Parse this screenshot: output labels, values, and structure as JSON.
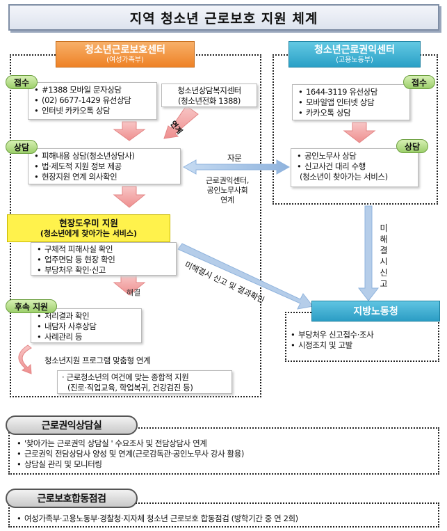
{
  "title": "지역 청소년 근로보호 지원 체계",
  "left_center": {
    "name": "청소년근로보호센터",
    "ministry": "(여성가족부)",
    "intake_tag": "접수",
    "intake_items": [
      "#1388 모바일 문자상담",
      "(02) 6677-1429 유선상담",
      "인터넷 카카오톡 상담"
    ],
    "welfare_center_line1": "청소년상담복지센터",
    "welfare_center_line2": "(청소년전화 1388)",
    "link_label": "연계",
    "counsel_tag": "상담",
    "counsel_items": [
      "피해내용 상담(청소년상담사)",
      "법·제도적 지원 정보 제공",
      "현장지원 연계 의사확인"
    ],
    "field_help_title": "현장도우미 지원",
    "field_help_subtitle": "(청소년에게 찾아가는 서비스)",
    "field_help_items": [
      "구체적 피해사실 확인",
      "업주면담 등 현장 확인",
      "부당처우 확인·신고"
    ],
    "resolve_label": "해결",
    "followup_tag": "후속 지원",
    "followup_items": [
      "처리결과 확인",
      "내담자 사후상담",
      "사례관리 등"
    ],
    "program_label": "청소년지원 프로그램 맞춤형 연계",
    "program_line1": "· 근로청소년의 여건에 맞는 종합적 지원",
    "program_line2": "(진로·직업교육, 학업복귀, 건강검진 등)"
  },
  "right_center": {
    "name": "청소년근로권익센터",
    "ministry": "(고용노동부)",
    "intake_tag": "접수",
    "intake_items": [
      "1644-3119 유선상담",
      "모바일앱 인터넷 상담",
      "카카오톡 상담"
    ],
    "counsel_tag": "상담",
    "counsel_items": [
      "공인노무사 상담",
      "신고사건 대리 수행"
    ],
    "counsel_note": "(청소년이 찾아가는 서비스)"
  },
  "advice": {
    "label": "자문",
    "line1": "근로권익센터,",
    "line2": "공인노무사회",
    "line3": "연계"
  },
  "unresolved_vertical": [
    "미",
    "해",
    "결",
    "시",
    "신",
    "고"
  ],
  "unresolved_diag": "미해결시 신고 및 결과확인",
  "labor_office": {
    "name": "지방노동청",
    "items": [
      "부당처우 신고접수·조사",
      "시정조치 및 고발"
    ]
  },
  "rights_room": {
    "tag": "근로권익상담실",
    "items": [
      "'찾아가는 근로권익 상담실 ' 수요조사 및 전담상담사 연계",
      "근로권익 전담상담사 양성 및 연계(근로감독관·공인노무사 강사 활용)",
      "상담실 관리 및 모니터링"
    ]
  },
  "joint_inspection": {
    "tag": "근로보호합동점검",
    "items": [
      "여성가족부·고용노동부·경찰청·지자체 청소년 근로보호 합동점검 (방학기간 중 연 2회)"
    ]
  },
  "colors": {
    "orange_header": "#ee8226",
    "blue_header": "#2aa0c6",
    "green_tag": "#9ccf6b",
    "yellow_box": "#fff24c",
    "arrow_pink": "#f4a6a6",
    "arrow_blue": "#a9c6e6"
  }
}
